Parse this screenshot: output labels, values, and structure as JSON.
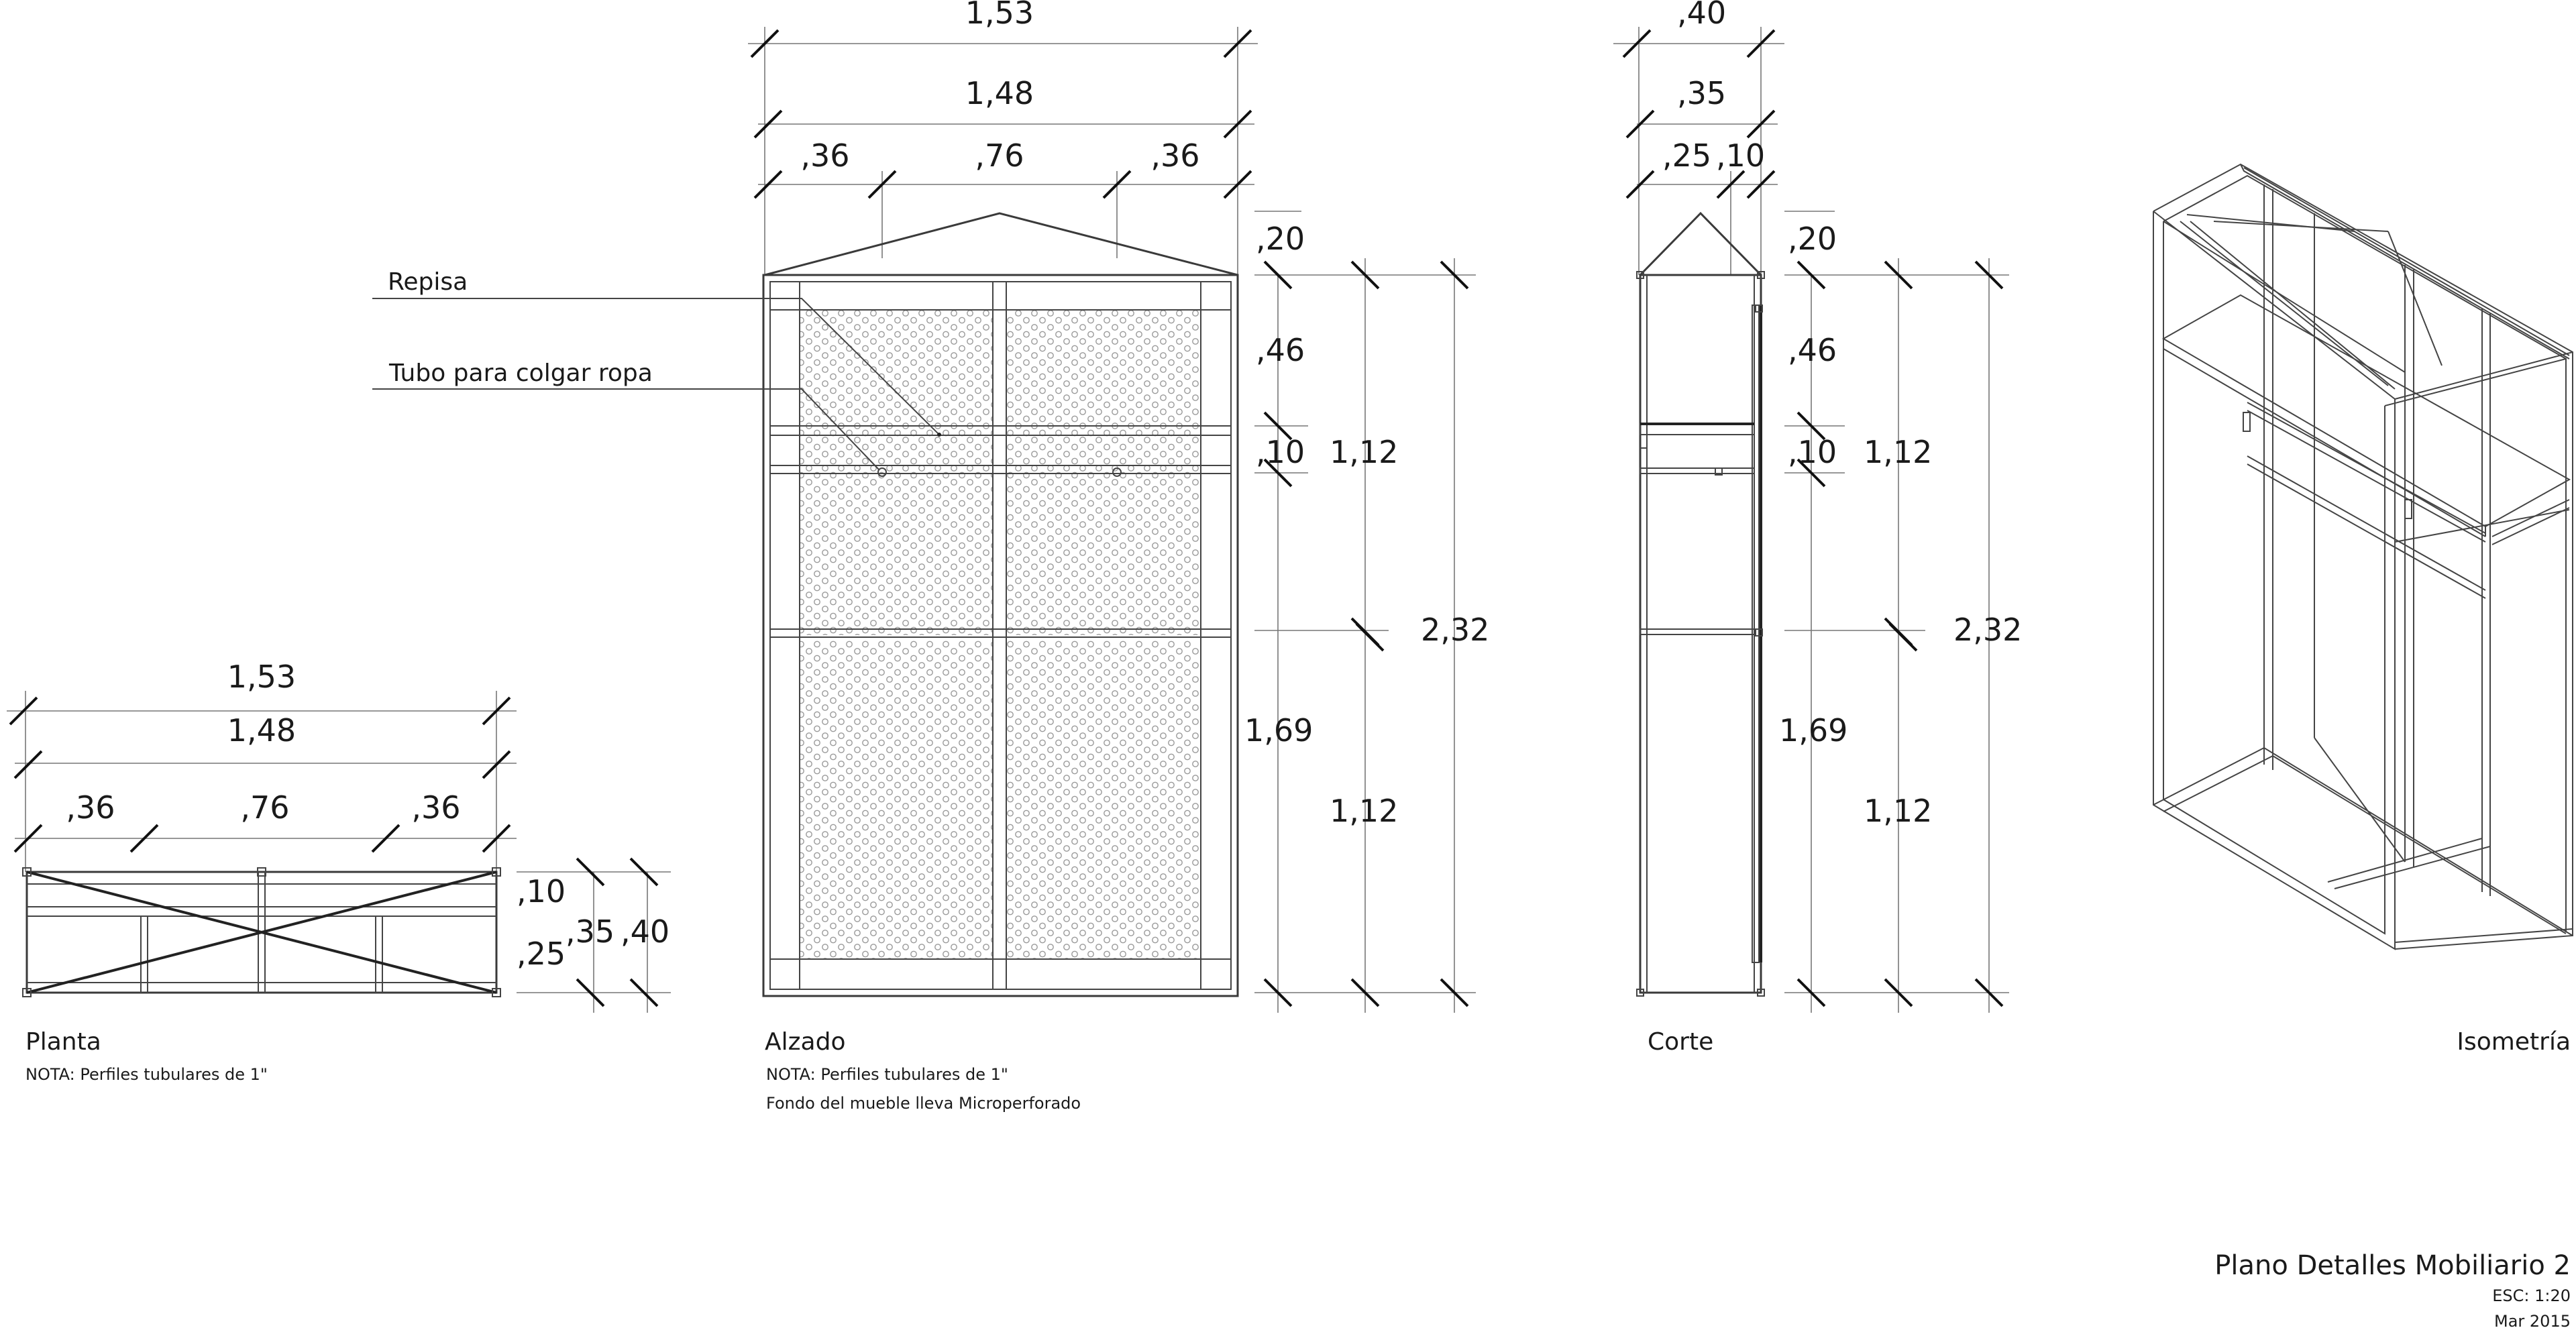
{
  "drawing_title": "Plano Detalles Mobiliario 2",
  "scale": "ESC: 1:20",
  "date": "Mar 2015",
  "views": {
    "planta": {
      "title": "Planta",
      "note": "NOTA: Perfiles tubulares de 1\"",
      "dims": {
        "total_outer": "1,53",
        "total_inner": "1,48",
        "left": ",36",
        "center": ",76",
        "right": ",36",
        "depth_a": ",10",
        "depth_b": ",25",
        "depth_inner": ",35",
        "depth_outer": ",40"
      }
    },
    "alzado": {
      "title": "Alzado",
      "note1": "NOTA: Perfiles tubulares de 1\"",
      "note2": "Fondo del mueble lleva Microperforado",
      "labels": {
        "repisa": "Repisa",
        "tubo": "Tubo para colgar ropa"
      },
      "dims": {
        "total_outer": "1,53",
        "total_inner": "1,48",
        "left": ",36",
        "center": ",76",
        "right": ",36",
        "roof": ",20",
        "shelf": ",46",
        "rod": ",10",
        "lower": "1,69",
        "upper_half": "1,12",
        "lower_half": "1,12",
        "total_height": "2,32"
      }
    },
    "corte": {
      "title": "Corte",
      "dims": {
        "outer": ",40",
        "inner": ",35",
        "a": ",25",
        "b": ",10",
        "roof": ",20",
        "shelf": ",46",
        "rod": ",10",
        "lower": "1,69",
        "upper_half": "1,12",
        "lower_half": "1,12",
        "total_height": "2,32"
      }
    },
    "isometria": {
      "title": "Isometría"
    }
  }
}
